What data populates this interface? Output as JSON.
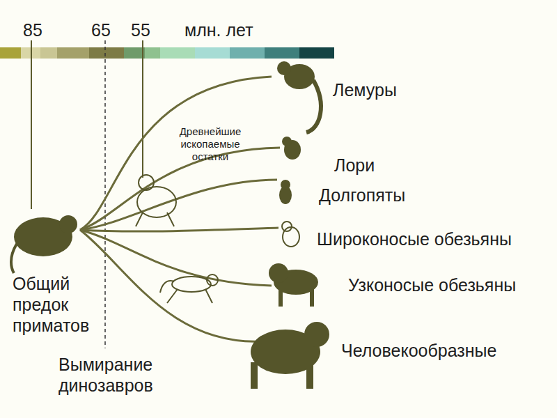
{
  "diagram": {
    "labels": [
      "85",
      "65",
      "55",
      "млн. лет",
      "Лемуры",
      "Лори",
      "Долгопяты",
      "Широконосые обезьяны",
      "Узконосые обезьяны",
      "Человекообразные",
      "Древнейшие ископаемые остатки",
      "Общий предок приматов",
      "Вымирание динозавров"
    ]
  }
}
